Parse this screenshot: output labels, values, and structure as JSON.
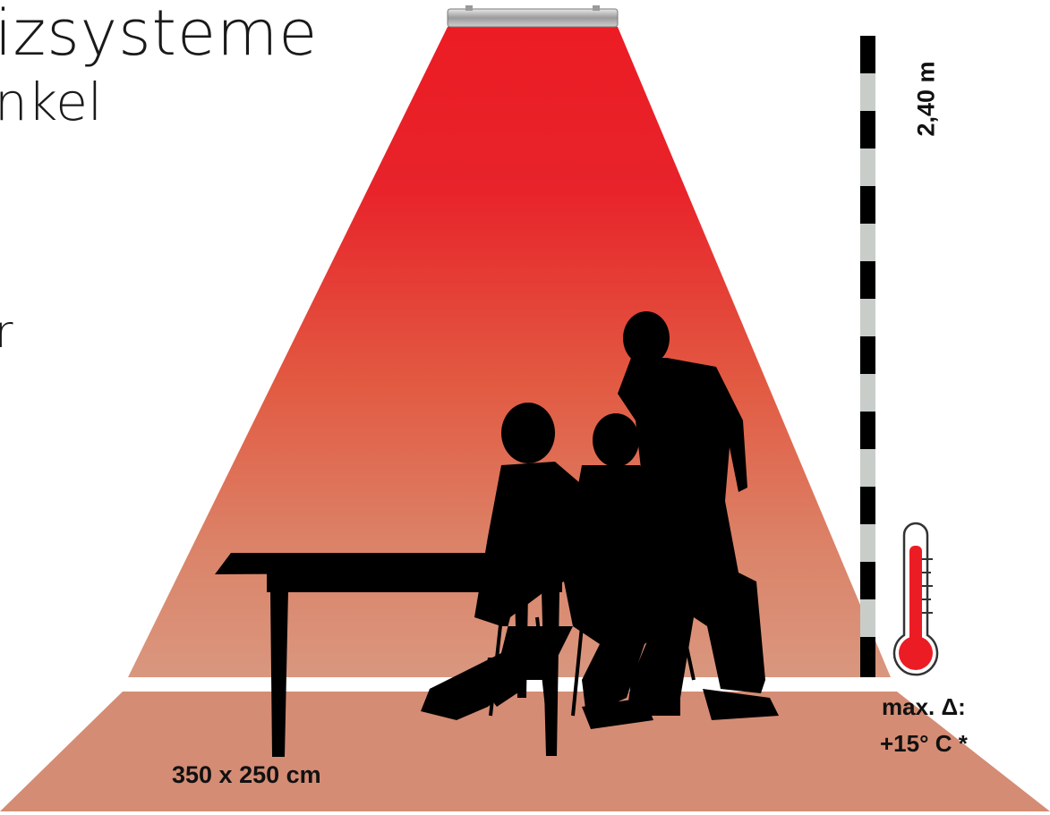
{
  "title": {
    "line1": "izsysteme",
    "line2": "nkel",
    "line3": "r"
  },
  "labels": {
    "floor_size": "350 x 250 cm",
    "height": "2,40 m",
    "delta_line1": "max. Δ:",
    "delta_line2": "+15° C *"
  },
  "colors": {
    "beam_top": "#ec1c24",
    "beam_bottom": "#d99880",
    "floor": "#d58c74",
    "silhouette": "#000000",
    "thermometer_fill": "#ec1c24"
  },
  "icons": {
    "heater": "ceiling-heater-icon",
    "thermometer": "thermometer-icon",
    "ruler": "height-ruler-icon"
  }
}
